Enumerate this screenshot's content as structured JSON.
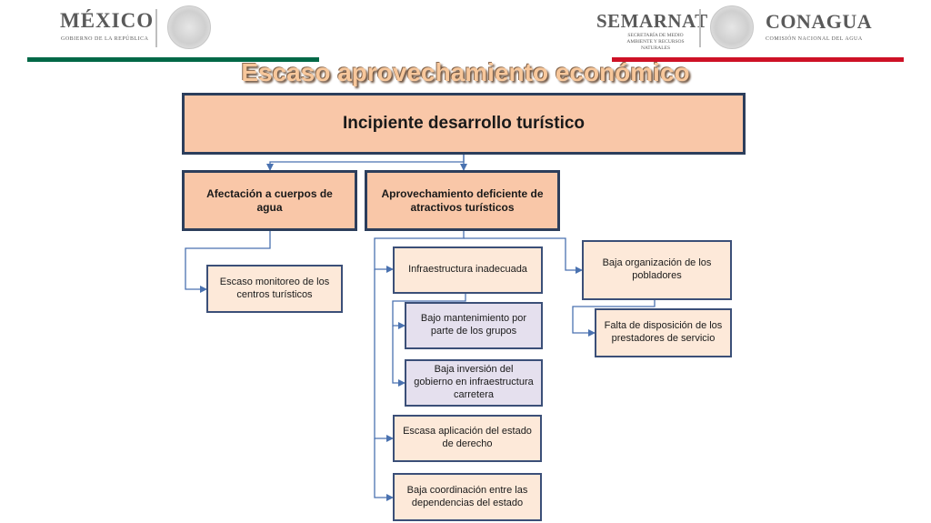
{
  "header": {
    "left_logo": {
      "title": "MÉXICO",
      "subtitle": "GOBIERNO DE LA REPÚBLICA"
    },
    "center_logo": {
      "title": "SEMARNAT",
      "subtitle": "SECRETARÍA DE MEDIO AMBIENTE Y RECURSOS NATURALES"
    },
    "right_logo": {
      "title": "CONAGUA",
      "subtitle": "COMISIÓN NACIONAL DEL AGUA"
    },
    "stripe_colors": [
      "#006847",
      "#ffffff",
      "#ce1126"
    ]
  },
  "title": "Escaso aprovechamiento económico",
  "diagram": {
    "root": "Incipiente desarrollo turístico",
    "branch_a": {
      "label": "Afectación a cuerpos de agua",
      "children": [
        "Escaso monitoreo de los centros turísticos"
      ]
    },
    "branch_b": {
      "label": "Aprovechamiento deficiente de atractivos turísticos",
      "infra": {
        "label": "Infraestructura inadecuada",
        "children": [
          "Bajo mantenimiento por parte de los grupos",
          "Baja inversión del gobierno en infraestructura carretera"
        ]
      },
      "estado": "Escasa aplicación del estado de derecho",
      "coordinacion": "Baja coordinación entre las dependencias del estado",
      "organizacion": {
        "label": "Baja organización de los pobladores",
        "children": [
          "Falta de disposición de los prestadores de servicio"
        ]
      }
    }
  },
  "colors": {
    "box_fill_dark": "#f9c7a8",
    "box_fill_light": "#fde9d9",
    "box_fill_purple": "#e5e0ee",
    "border": "#2c3e5c",
    "connector": "#4a72b0",
    "title_fill": "#f7c79b"
  }
}
